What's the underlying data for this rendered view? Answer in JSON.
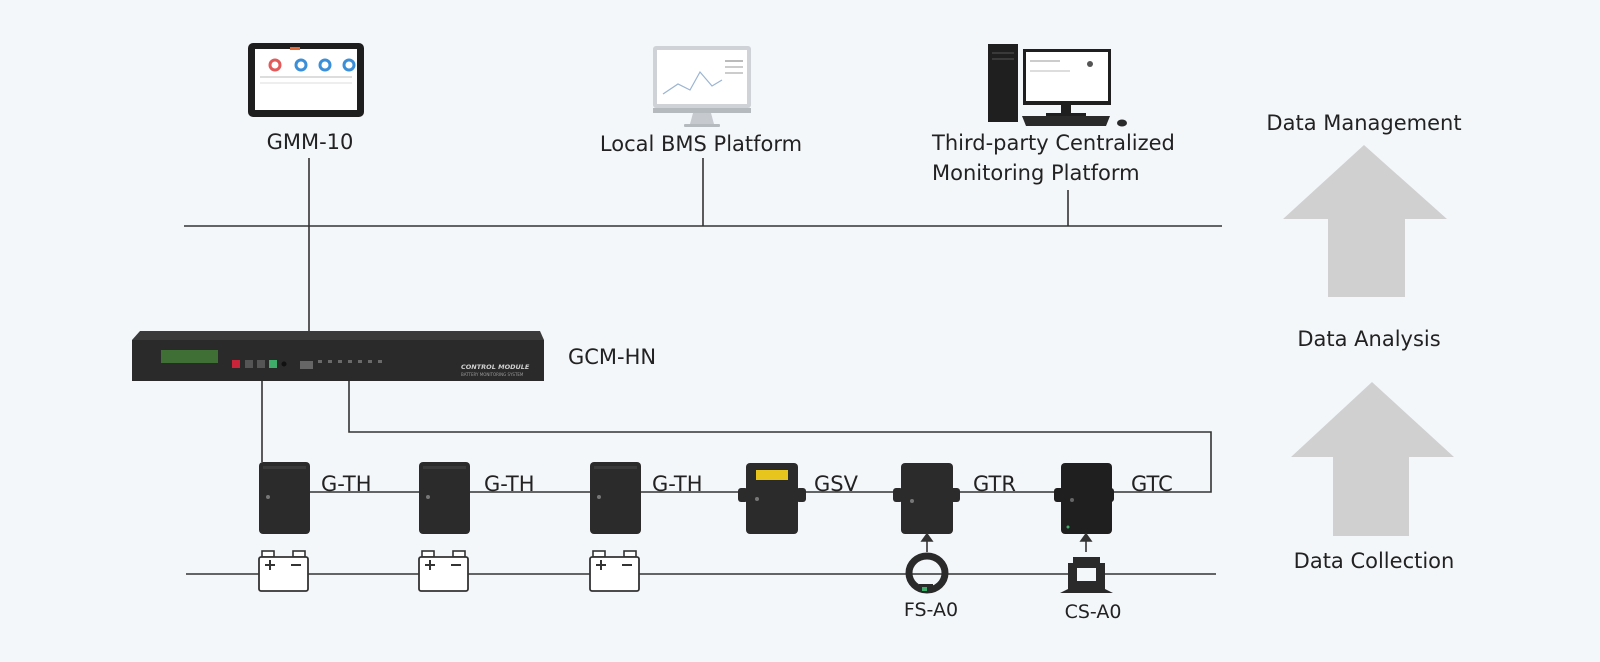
{
  "management": {
    "gmm": "GMM-10",
    "local_bms": "Local BMS Platform",
    "third_party_line1": "Third-party Centralized",
    "third_party_line2": "Monitoring Platform"
  },
  "controller": {
    "name": "GCM-HN",
    "panel_title": "CONTROL MODULE",
    "panel_subtitle": "BATTERY MONITORING SYSTEM"
  },
  "sensors": [
    {
      "label": "G-TH"
    },
    {
      "label": "G-TH"
    },
    {
      "label": "G-TH"
    },
    {
      "label": "GSV"
    },
    {
      "label": "GTR"
    },
    {
      "label": "GTC"
    }
  ],
  "current_sensors": {
    "fs": "FS-A0",
    "cs": "CS-A0"
  },
  "layers": {
    "management": "Data Management",
    "analysis": "Data Analysis",
    "collection": "Data Collection"
  },
  "colors": {
    "background": "#f4f7fa",
    "line": "#333333",
    "device": "#2a2a2a",
    "arrow": "#d0d0d0"
  }
}
